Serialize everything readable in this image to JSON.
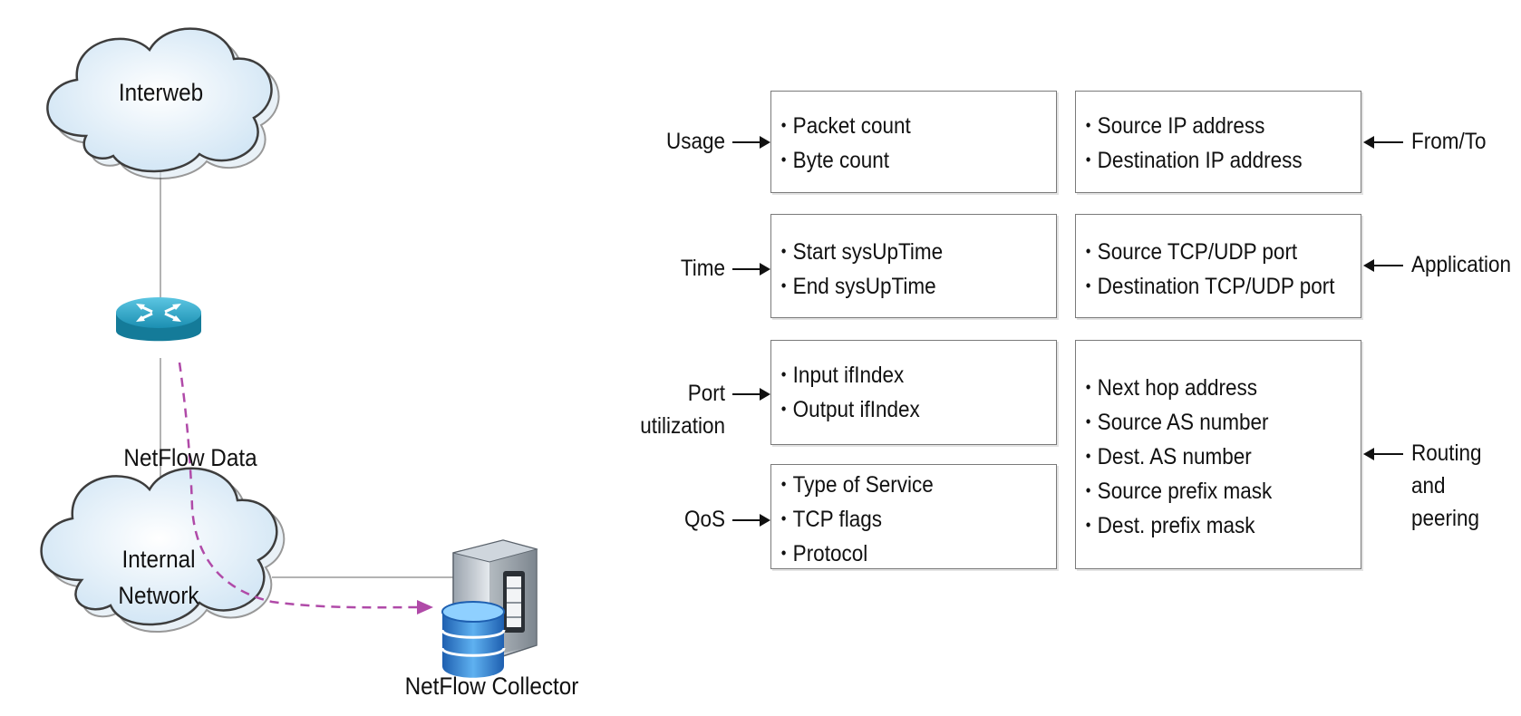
{
  "network": {
    "cloud_top_label": "Interweb",
    "cloud_bottom_label": [
      "Internal",
      "Network"
    ],
    "flow_label": "NetFlow Data",
    "collector_label": "NetFlow Collector"
  },
  "left_labels": {
    "usage": "Usage",
    "time": "Time",
    "port": [
      "Port",
      "utilization"
    ],
    "qos": "QoS"
  },
  "right_labels": {
    "fromto": "From/To",
    "application": "Application",
    "routing": [
      "Routing",
      "and",
      "peering"
    ]
  },
  "boxes": {
    "usage": [
      "Packet count",
      "Byte count"
    ],
    "time": [
      "Start sysUpTime",
      "End sysUpTime"
    ],
    "port": [
      "Input ifIndex",
      "Output ifIndex"
    ],
    "qos": [
      "Type of Service",
      "TCP flags",
      "Protocol"
    ],
    "fromto": [
      "Source IP address",
      "Destination IP address"
    ],
    "application": [
      "Source TCP/UDP port",
      "Destination TCP/UDP port"
    ],
    "routing": [
      "Next hop address",
      "Source AS number",
      "Dest. AS number",
      "Source prefix mask",
      "Dest. prefix mask"
    ]
  },
  "colors": {
    "cloud_fill": "#e6f2fb",
    "cloud_stroke": "#4a4a4a",
    "router": "#1f9fc1",
    "flow_dash": "#b04aa8",
    "database": "#2f7fd0"
  }
}
